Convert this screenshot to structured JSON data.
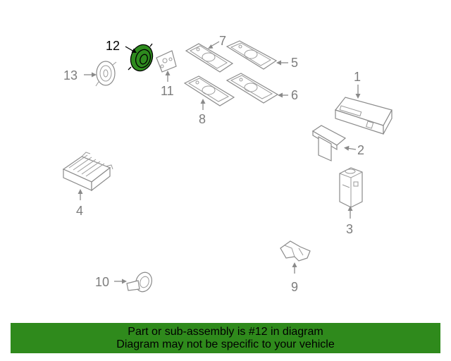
{
  "callouts": {
    "c1": "1",
    "c2": "2",
    "c3": "3",
    "c4": "4",
    "c5": "5",
    "c6": "6",
    "c7": "7",
    "c8": "8",
    "c9": "9",
    "c10": "10",
    "c11": "11",
    "c12": "12",
    "c13": "13"
  },
  "highlighted_part": "12",
  "colors": {
    "highlight_fill": "#2e8b1e",
    "banner_background": "#2f8a1c",
    "line_grey": "#8a8a8a"
  },
  "banner": {
    "line1": "Part or sub-assembly is #12 in diagram",
    "line2": "Diagram may not be specific to your vehicle"
  }
}
